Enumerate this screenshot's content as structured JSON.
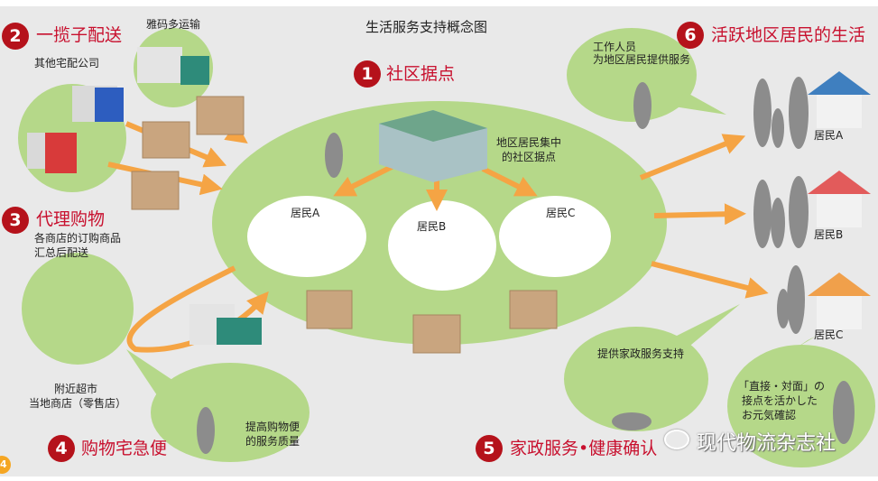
{
  "title": "生活服务支持概念图",
  "sections": [
    {
      "number": "1",
      "label": "社区据点",
      "desc": [
        "地区居民集中",
        "的社区据点"
      ]
    },
    {
      "number": "2",
      "label": "一揽子配送",
      "carrier_main": "雅码多运输",
      "carrier_other": "其他宅配公司"
    },
    {
      "number": "3",
      "label": "代理购物",
      "desc": [
        "各商店的订购商品",
        "汇总后配送"
      ],
      "stores": [
        "附近超市",
        "当地商店（零售店）"
      ]
    },
    {
      "number": "4",
      "label": "购物宅急便",
      "desc": [
        "提高购物便",
        "的服务质量"
      ]
    },
    {
      "number": "5",
      "label": "家政服务•健康确认",
      "housework": "提供家政服务支持",
      "health": [
        "「直接・対面」の",
        "接点を活かした",
        "お元気確認"
      ]
    },
    {
      "number": "6",
      "label": "活跃地区居民的生活",
      "desc": [
        "工作人员",
        "为地区居民提供服务"
      ]
    }
  ],
  "residents_bubbles": [
    "居民A",
    "居民B",
    "居民C"
  ],
  "residents_houses": [
    "居民A",
    "居民B",
    "居民C"
  ],
  "watermark": "现代物流杂志社",
  "corner_badge": "4",
  "colors": {
    "accent_red": "#c8102e",
    "green": "#b5d889",
    "orange": "#f5a444",
    "background": "#e9e9e9"
  }
}
